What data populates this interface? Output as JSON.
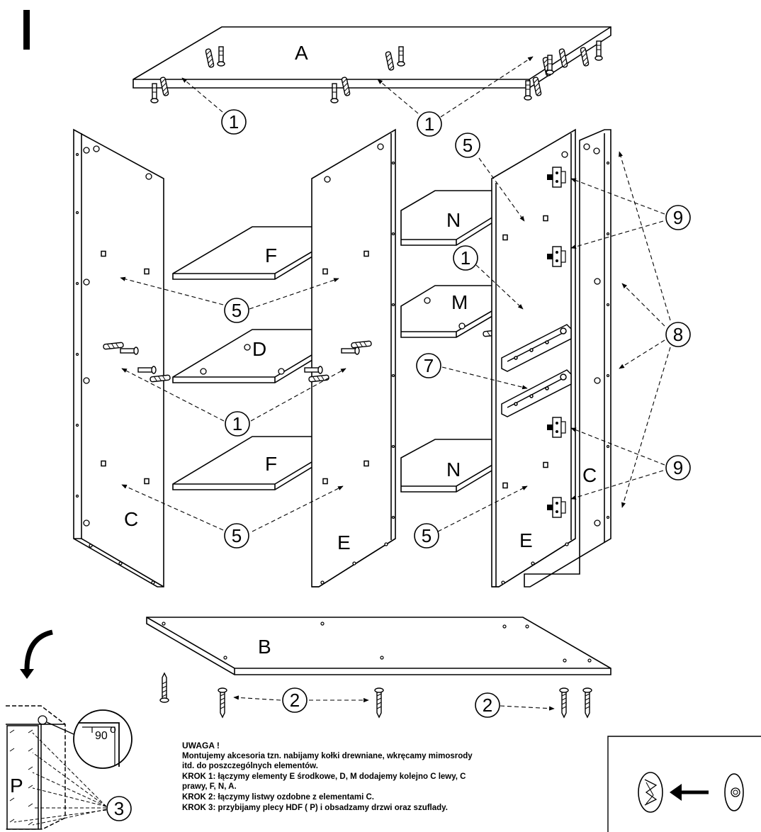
{
  "step": "I",
  "parts": {
    "A": "A",
    "B": "B",
    "C_left": "C",
    "C_right": "C",
    "D": "D",
    "E_middle": "E",
    "E_right": "E",
    "F_top": "F",
    "F_bottom": "F",
    "M": "M",
    "N_top": "N",
    "N_bottom": "N",
    "P": "P"
  },
  "callouts": {
    "c1_top_left": "1",
    "c1_top_right": "1",
    "c1_center": "1",
    "c1_mid": "1",
    "c2_left": "2",
    "c2_right": "2",
    "c3": "3",
    "c5_left_top": "5",
    "c5_left_bottom": "5",
    "c5_right_top": "5",
    "c5_right_bottom": "5",
    "c7": "7",
    "c8": "8",
    "c9_top": "9",
    "c9_bottom": "9"
  },
  "angle": "90",
  "notes": {
    "title": "UWAGA !",
    "lines": [
      "Montujemy akcesoria tzn. nabijamy kołki drewniane, wkręcamy mimosrody",
      "itd. do poszczególnych elementów.",
      "KROK 1: łączymy elementy E środkowe, D, M dodajemy kolejno  C lewy,  C",
      "prawy, F, N, A.",
      "KROK 2: łączymy listwy ozdobne z elementami C.",
      "KROK 3: przybijamy plecy HDF ( P) i obsadzamy drzwi oraz szuflady."
    ]
  }
}
